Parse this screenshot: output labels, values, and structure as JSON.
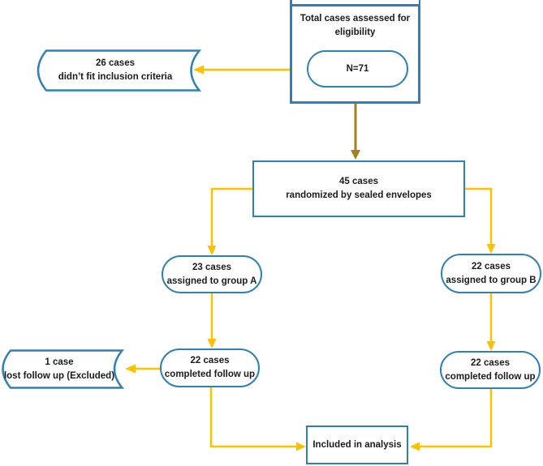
{
  "figure": {
    "background": "#ffffff",
    "colors": {
      "node_border": "#2e80b9",
      "arrow": "#ffc000",
      "arrow_dark": "#a3811c",
      "text": "#1b1b1b"
    },
    "nodes": {
      "eligibility": {
        "line1": "Total cases assessed for",
        "line2": "eligibility"
      },
      "n_total": {
        "label": "N=71"
      },
      "excluded_top": {
        "line1": "26 cases",
        "line2": "didn’t fit inclusion criteria"
      },
      "randomized": {
        "line1": "45 cases",
        "line2": "randomized by sealed envelopes"
      },
      "group_a": {
        "line1": "23 cases",
        "line2": "assigned to group A"
      },
      "group_b": {
        "line1": "22 cases",
        "line2": "assigned to group B"
      },
      "followup_a": {
        "line1": "22 cases",
        "line2": "completed follow up"
      },
      "followup_b": {
        "line1": "22 cases",
        "line2": "completed follow up"
      },
      "lost_followup": {
        "line1": "1 case",
        "line2": "lost follow up (Excluded)"
      },
      "analysis": {
        "label": "Included in analysis"
      }
    }
  }
}
